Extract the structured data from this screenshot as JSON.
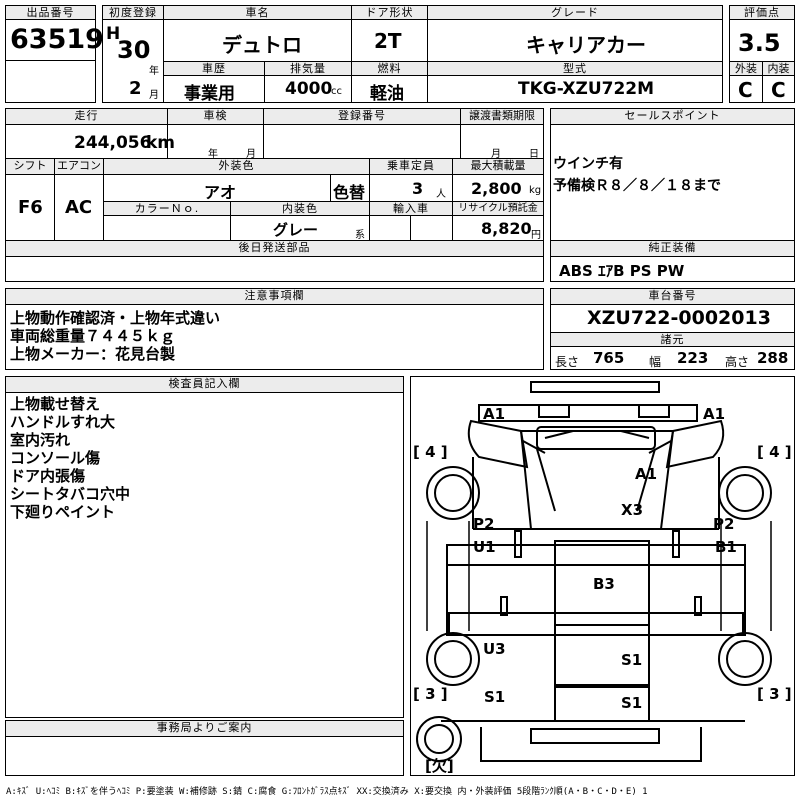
{
  "lot": {
    "label": "出品番号",
    "value": "63519"
  },
  "first_reg": {
    "label": "初度登録",
    "era": "H",
    "year": "30",
    "year_unit": "年",
    "month": "2",
    "month_unit": "月"
  },
  "car_name": {
    "label": "車名",
    "value": "デュトロ"
  },
  "door": {
    "label": "ドア形状",
    "value": "2T"
  },
  "grade": {
    "label": "グレード",
    "value": "キャリアカー"
  },
  "score": {
    "label": "評価点",
    "value": "3.5",
    "ext_label": "外装",
    "int_label": "内装",
    "ext": "C",
    "int": "C"
  },
  "history": {
    "label": "車歴",
    "value": "事業用"
  },
  "displacement": {
    "label": "排気量",
    "value": "4000",
    "unit": "cc"
  },
  "fuel": {
    "label": "燃料",
    "value": "軽油"
  },
  "model": {
    "label": "型式",
    "value": "TKG-XZU722M"
  },
  "mileage": {
    "label": "走行",
    "value": "244,056",
    "unit": "km"
  },
  "inspection": {
    "label": "車検",
    "year_unit": "年",
    "month_unit": "月"
  },
  "reg_no": {
    "label": "登録番号"
  },
  "transfer": {
    "label": "譲渡書類期限",
    "month_unit": "月",
    "day_unit": "日"
  },
  "sales_point": {
    "label": "セールスポイント",
    "lines": [
      "ウインチ有",
      "予備検Ｒ８／８／１８まで"
    ]
  },
  "shift": {
    "label": "シフト",
    "value": "F6"
  },
  "aircon": {
    "label": "エアコン",
    "value": "AC"
  },
  "ext_color": {
    "label": "外装色",
    "value": "アオ",
    "repaint": "色替"
  },
  "capacity": {
    "label": "乗車定員",
    "value": "3",
    "unit": "人"
  },
  "max_load": {
    "label": "最大積載量",
    "value": "2,800",
    "unit": "kg"
  },
  "color_no": {
    "label": "カラーＮｏ."
  },
  "int_color": {
    "label": "内装色",
    "value": "グレー",
    "unit": "系"
  },
  "import": {
    "label": "輸入車"
  },
  "recycle": {
    "label": "リサイクル預託金",
    "value": "8,820",
    "unit": "円"
  },
  "later_parts": {
    "label": "後日発送部品"
  },
  "equipment": {
    "label": "純正装備",
    "value": "ABS ｴｱB PS PW"
  },
  "notes": {
    "label": "注意事項欄",
    "lines": [
      "上物動作確認済・上物年式違い",
      "車両総重量７４４５ｋｇ",
      "上物メーカー：花見台製"
    ]
  },
  "chassis": {
    "label": "車台番号",
    "value": "XZU722-0002013"
  },
  "dims": {
    "label": "諸元",
    "length_label": "長さ",
    "length": "765",
    "width_label": "幅",
    "width": "223",
    "height_label": "高さ",
    "height": "288"
  },
  "inspector": {
    "label": "検査員記入欄",
    "lines": [
      "上物載せ替え",
      "ハンドルすれ大",
      "室内汚れ",
      "コンソール傷",
      "ドア内張傷",
      "シートタバコ穴中",
      "下廻りペイント"
    ]
  },
  "office": {
    "label": "事務局よりご案内"
  },
  "diagram": {
    "marks": [
      "A1",
      "A1",
      "A1",
      "X3",
      "P2",
      "U1",
      "P2",
      "B1",
      "B3",
      "U3",
      "S1",
      "S1",
      "S1"
    ],
    "tires": [
      "[ 4 ]",
      "[ 4 ]",
      "[ 3 ]",
      "[ 3 ]",
      "[欠]"
    ]
  },
  "legend": "A:ｷｽﾞ U:ﾍｺﾐ B:ｷｽﾞを伴うﾍｺﾐ P:要塗装 W:補修跡 S:錆 C:腐食 G:ﾌﾛﾝﾄｶﾞﾗｽ点ｷｽﾞ XX:交換済み X:要交換 内・外装評価 5段階ﾗﾝｸ順(A・B・C・D・E) 1"
}
